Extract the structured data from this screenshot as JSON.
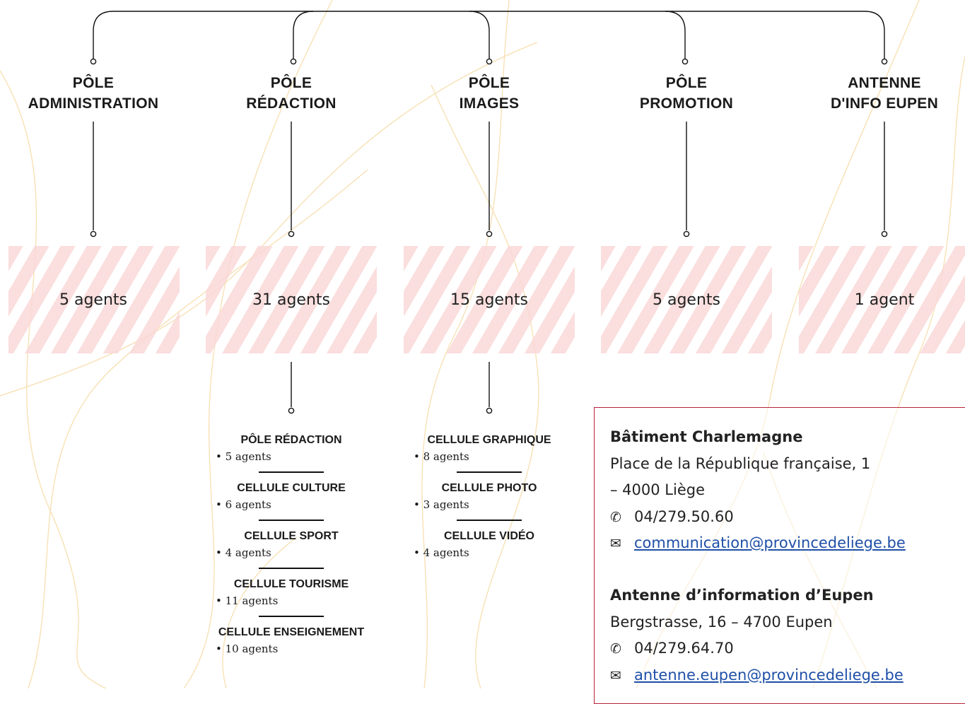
{
  "poles": [
    {
      "title_line1": "PÔLE",
      "title_line2": "ADMINISTRATION",
      "count": "5 agents"
    },
    {
      "title_line1": "PÔLE",
      "title_line2": "RÉDACTION",
      "count": "31 agents"
    },
    {
      "title_line1": "PÔLE",
      "title_line2": "IMAGES",
      "count": "15 agents"
    },
    {
      "title_line1": "PÔLE",
      "title_line2": "PROMOTION",
      "count": "5 agents"
    },
    {
      "title_line1": "ANTENNE",
      "title_line2": "D'INFO EUPEN",
      "count": "1 agent"
    }
  ],
  "redaction_cells": [
    {
      "title": "PÔLE RÉDACTION",
      "count": "• 5 agents"
    },
    {
      "title": "CELLULE CULTURE",
      "count": "• 6 agents"
    },
    {
      "title": "CELLULE SPORT",
      "count": "• 4 agents"
    },
    {
      "title": "CELLULE TOURISME",
      "count": "• 11 agents"
    },
    {
      "title": "CELLULE ENSEIGNEMENT",
      "count": "• 10 agents"
    }
  ],
  "images_cells": [
    {
      "title": "CELLULE GRAPHIQUE",
      "count": "• 8 agents"
    },
    {
      "title": "CELLULE PHOTO",
      "count": "• 3 agents"
    },
    {
      "title": "CELLULE VIDÉO",
      "count": "• 4 agents"
    }
  ],
  "contacts": [
    {
      "name": "Bâtiment Charlemagne",
      "address_line1": "Place de la République française, 1",
      "address_line2": "– 4000 Liège",
      "phone_icon": "phone-icon",
      "phone": "04/279.50.60",
      "email_icon": "mailbox-icon",
      "email": "communication@provincedeliege.be"
    },
    {
      "name": "Antenne d’information d’Eupen",
      "address_line1": "Bergstrasse, 16 – 4700 Eupen",
      "phone_icon": "phone-icon",
      "phone": "04/279.64.70",
      "email_icon": "mailbox-icon",
      "email": "antenne.eupen@provincedeliege.be"
    }
  ],
  "colors": {
    "stripe": "#fad8d8",
    "box_border": "#b7213a",
    "background_curves": "#f7dfb0",
    "link": "#1f4fa8"
  }
}
